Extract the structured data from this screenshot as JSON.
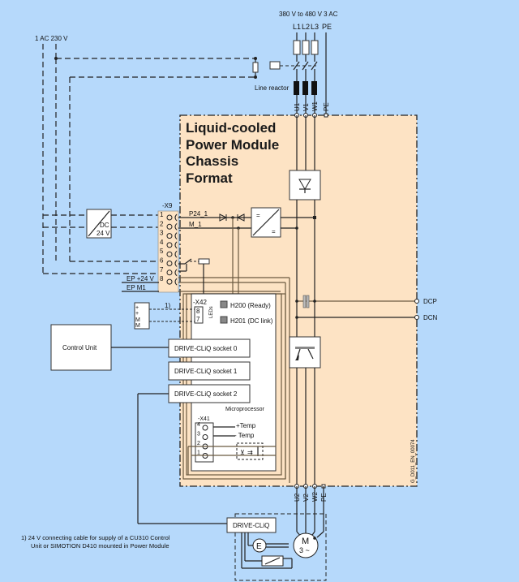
{
  "colors": {
    "background": "#b6d9fb",
    "module_fill": "#fde3c4",
    "line": "#222222"
  },
  "supply": {
    "ac1_label": "1 AC 230 V",
    "ac3_label": "380 V to 480 V 3 AC",
    "phases": [
      "L1",
      "L2",
      "L3",
      "PE"
    ],
    "line_reactor_label": "Line reactor",
    "input_terminals": [
      "U1",
      "V1",
      "W1",
      "PE"
    ]
  },
  "module": {
    "title_lines": [
      "Liquid-cooled",
      "Power Module",
      "Chassis",
      "Format"
    ],
    "figure_id": "G_D011_EN_00074"
  },
  "psu": {
    "label_dc": "DC",
    "label_v": "24 V"
  },
  "x9": {
    "label": "-X9",
    "pins": [
      "1",
      "2",
      "3",
      "4",
      "5",
      "6",
      "7",
      "8"
    ],
    "ep24_label": "EP +24 V",
    "epm1_label": "EP M1",
    "p24_label": "P24_1",
    "m1_label": "M_1"
  },
  "x42": {
    "label": "-X42",
    "pins": [
      "8",
      "7"
    ],
    "leds_label": "LEDs",
    "note_marker": "1)",
    "plug_labels": [
      "+",
      "+",
      "M",
      "M"
    ]
  },
  "leds": [
    {
      "id": "H200",
      "label": "H200 (Ready)"
    },
    {
      "id": "H201",
      "label": "H201 (DC link)"
    }
  ],
  "control_unit": {
    "label": "Control Unit"
  },
  "drive_cliq_sockets": [
    "DRIVE-CLiQ socket 0",
    "DRIVE-CLiQ socket 1",
    "DRIVE-CLiQ socket 2"
  ],
  "microprocessor": {
    "label": "Microprocessor"
  },
  "x41": {
    "label": "-X41",
    "pins": [
      "4",
      "3",
      "2",
      "1"
    ],
    "temp_plus": "+Temp",
    "temp_minus": "- Temp"
  },
  "dc_link": {
    "dcp": "DCP",
    "dcn": "DCN"
  },
  "output_terminals": [
    "U2",
    "V2",
    "W2",
    "PE"
  ],
  "motor": {
    "drive_cliq_label": "DRIVE-CLiQ",
    "encoder_label": "E",
    "motor_label_1": "M",
    "motor_label_2": "3 ~"
  },
  "footnote": {
    "line1": "1) 24 V connecting cable for supply of a CU310 Control",
    "line2": "Unit or SIMOTION D410 mounted in Power Module"
  }
}
